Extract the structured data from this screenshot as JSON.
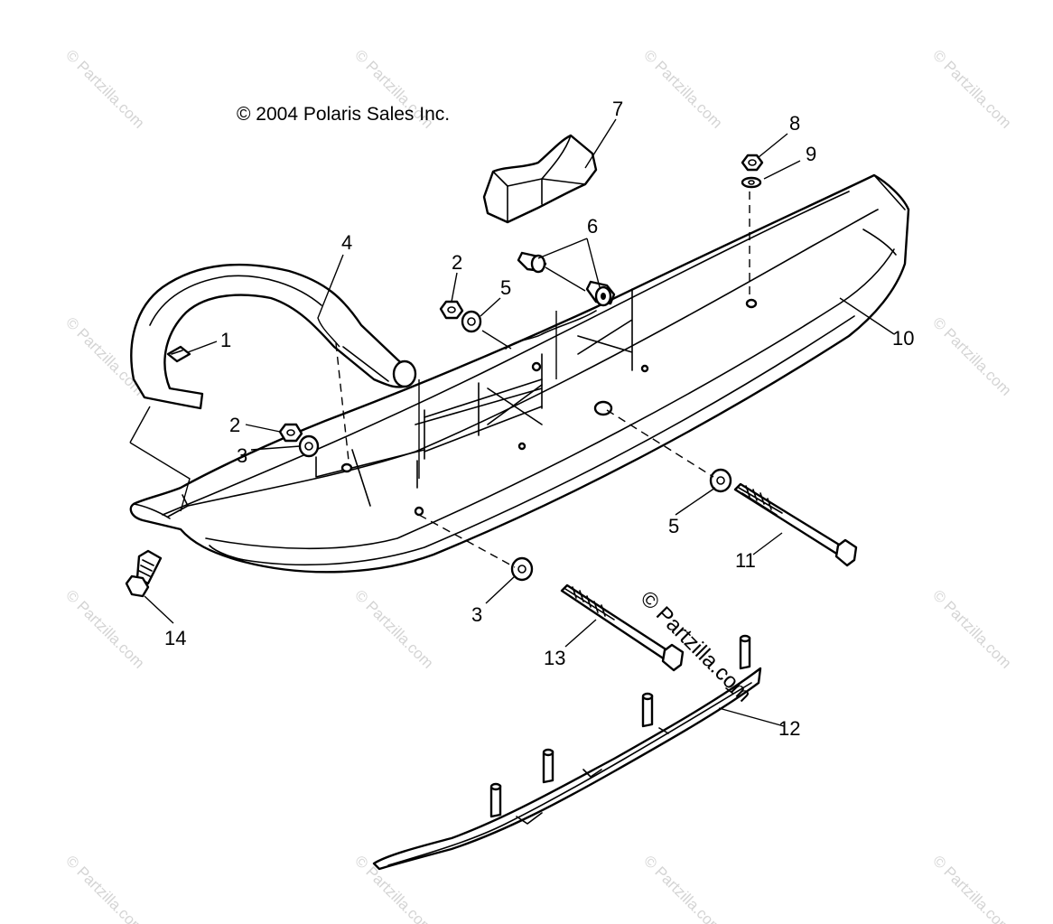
{
  "copyright": "© 2004 Polaris Sales Inc.",
  "watermark": {
    "text": "© Partzilla.com",
    "overlay_text": "© Partzilla.com"
  },
  "callouts": [
    {
      "id": "1",
      "label": "1"
    },
    {
      "id": "2a",
      "label": "2"
    },
    {
      "id": "2b",
      "label": "2"
    },
    {
      "id": "3a",
      "label": "3"
    },
    {
      "id": "3b",
      "label": "3"
    },
    {
      "id": "4",
      "label": "4"
    },
    {
      "id": "5a",
      "label": "5"
    },
    {
      "id": "5b",
      "label": "5"
    },
    {
      "id": "6",
      "label": "6"
    },
    {
      "id": "7",
      "label": "7"
    },
    {
      "id": "8",
      "label": "8"
    },
    {
      "id": "9",
      "label": "9"
    },
    {
      "id": "10",
      "label": "10"
    },
    {
      "id": "11",
      "label": "11"
    },
    {
      "id": "12",
      "label": "12"
    },
    {
      "id": "13",
      "label": "13"
    },
    {
      "id": "14",
      "label": "14"
    }
  ]
}
